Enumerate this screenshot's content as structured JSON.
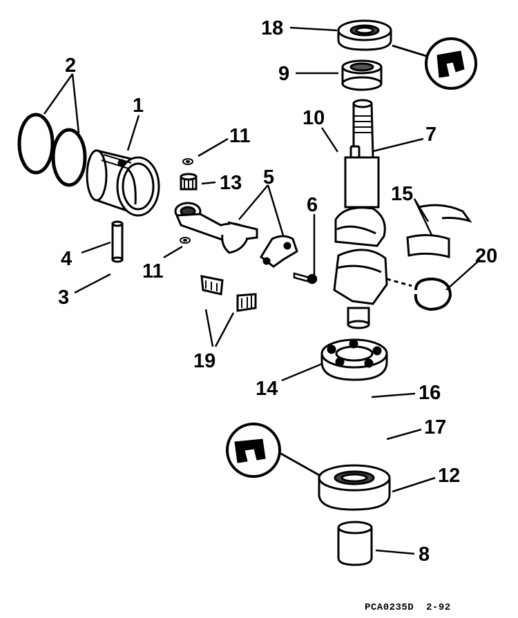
{
  "callouts": [
    {
      "id": "1",
      "label": "1"
    },
    {
      "id": "2",
      "label": "2"
    },
    {
      "id": "3",
      "label": "3"
    },
    {
      "id": "4",
      "label": "4"
    },
    {
      "id": "5",
      "label": "5"
    },
    {
      "id": "6",
      "label": "6"
    },
    {
      "id": "7",
      "label": "7"
    },
    {
      "id": "8",
      "label": "8"
    },
    {
      "id": "9",
      "label": "9"
    },
    {
      "id": "10",
      "label": "10"
    },
    {
      "id": "11a",
      "label": "11"
    },
    {
      "id": "11b",
      "label": "11"
    },
    {
      "id": "12",
      "label": "12"
    },
    {
      "id": "13",
      "label": "13"
    },
    {
      "id": "14",
      "label": "14"
    },
    {
      "id": "15",
      "label": "15"
    },
    {
      "id": "16",
      "label": "16"
    },
    {
      "id": "17",
      "label": "17"
    },
    {
      "id": "18",
      "label": "18"
    },
    {
      "id": "19",
      "label": "19"
    },
    {
      "id": "20",
      "label": "20"
    }
  ],
  "footer": {
    "code": "PCA0235D",
    "date": "2-92"
  }
}
